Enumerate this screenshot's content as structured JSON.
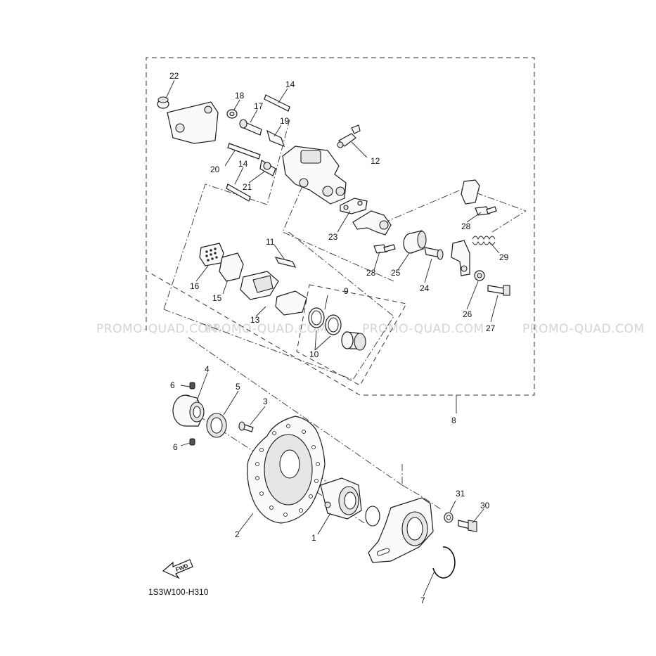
{
  "diagram_code": "1S3W100-H310",
  "watermark": [
    "PROMO-QUAD.COM",
    "PROMO-QUAD.COM",
    "PROMO-QUAD.COM",
    "PROMO-QUAD.COM"
  ],
  "fwd_label": "FWD",
  "callouts": {
    "p1": "1",
    "p2": "2",
    "p3": "3",
    "p4": "4",
    "p5": "5",
    "p6a": "6",
    "p6b": "6",
    "p7": "7",
    "p8": "8",
    "p9": "9",
    "p10": "10",
    "p11": "11",
    "p12": "12",
    "p13": "13",
    "p14a": "14",
    "p14b": "14",
    "p15": "15",
    "p16": "16",
    "p17": "17",
    "p18": "18",
    "p19": "19",
    "p20": "20",
    "p21": "21",
    "p22": "22",
    "p23": "23",
    "p24": "24",
    "p25": "25",
    "p26": "26",
    "p27": "27",
    "p28a": "28",
    "p28b": "28",
    "p29": "29",
    "p30": "30",
    "p31": "31"
  }
}
